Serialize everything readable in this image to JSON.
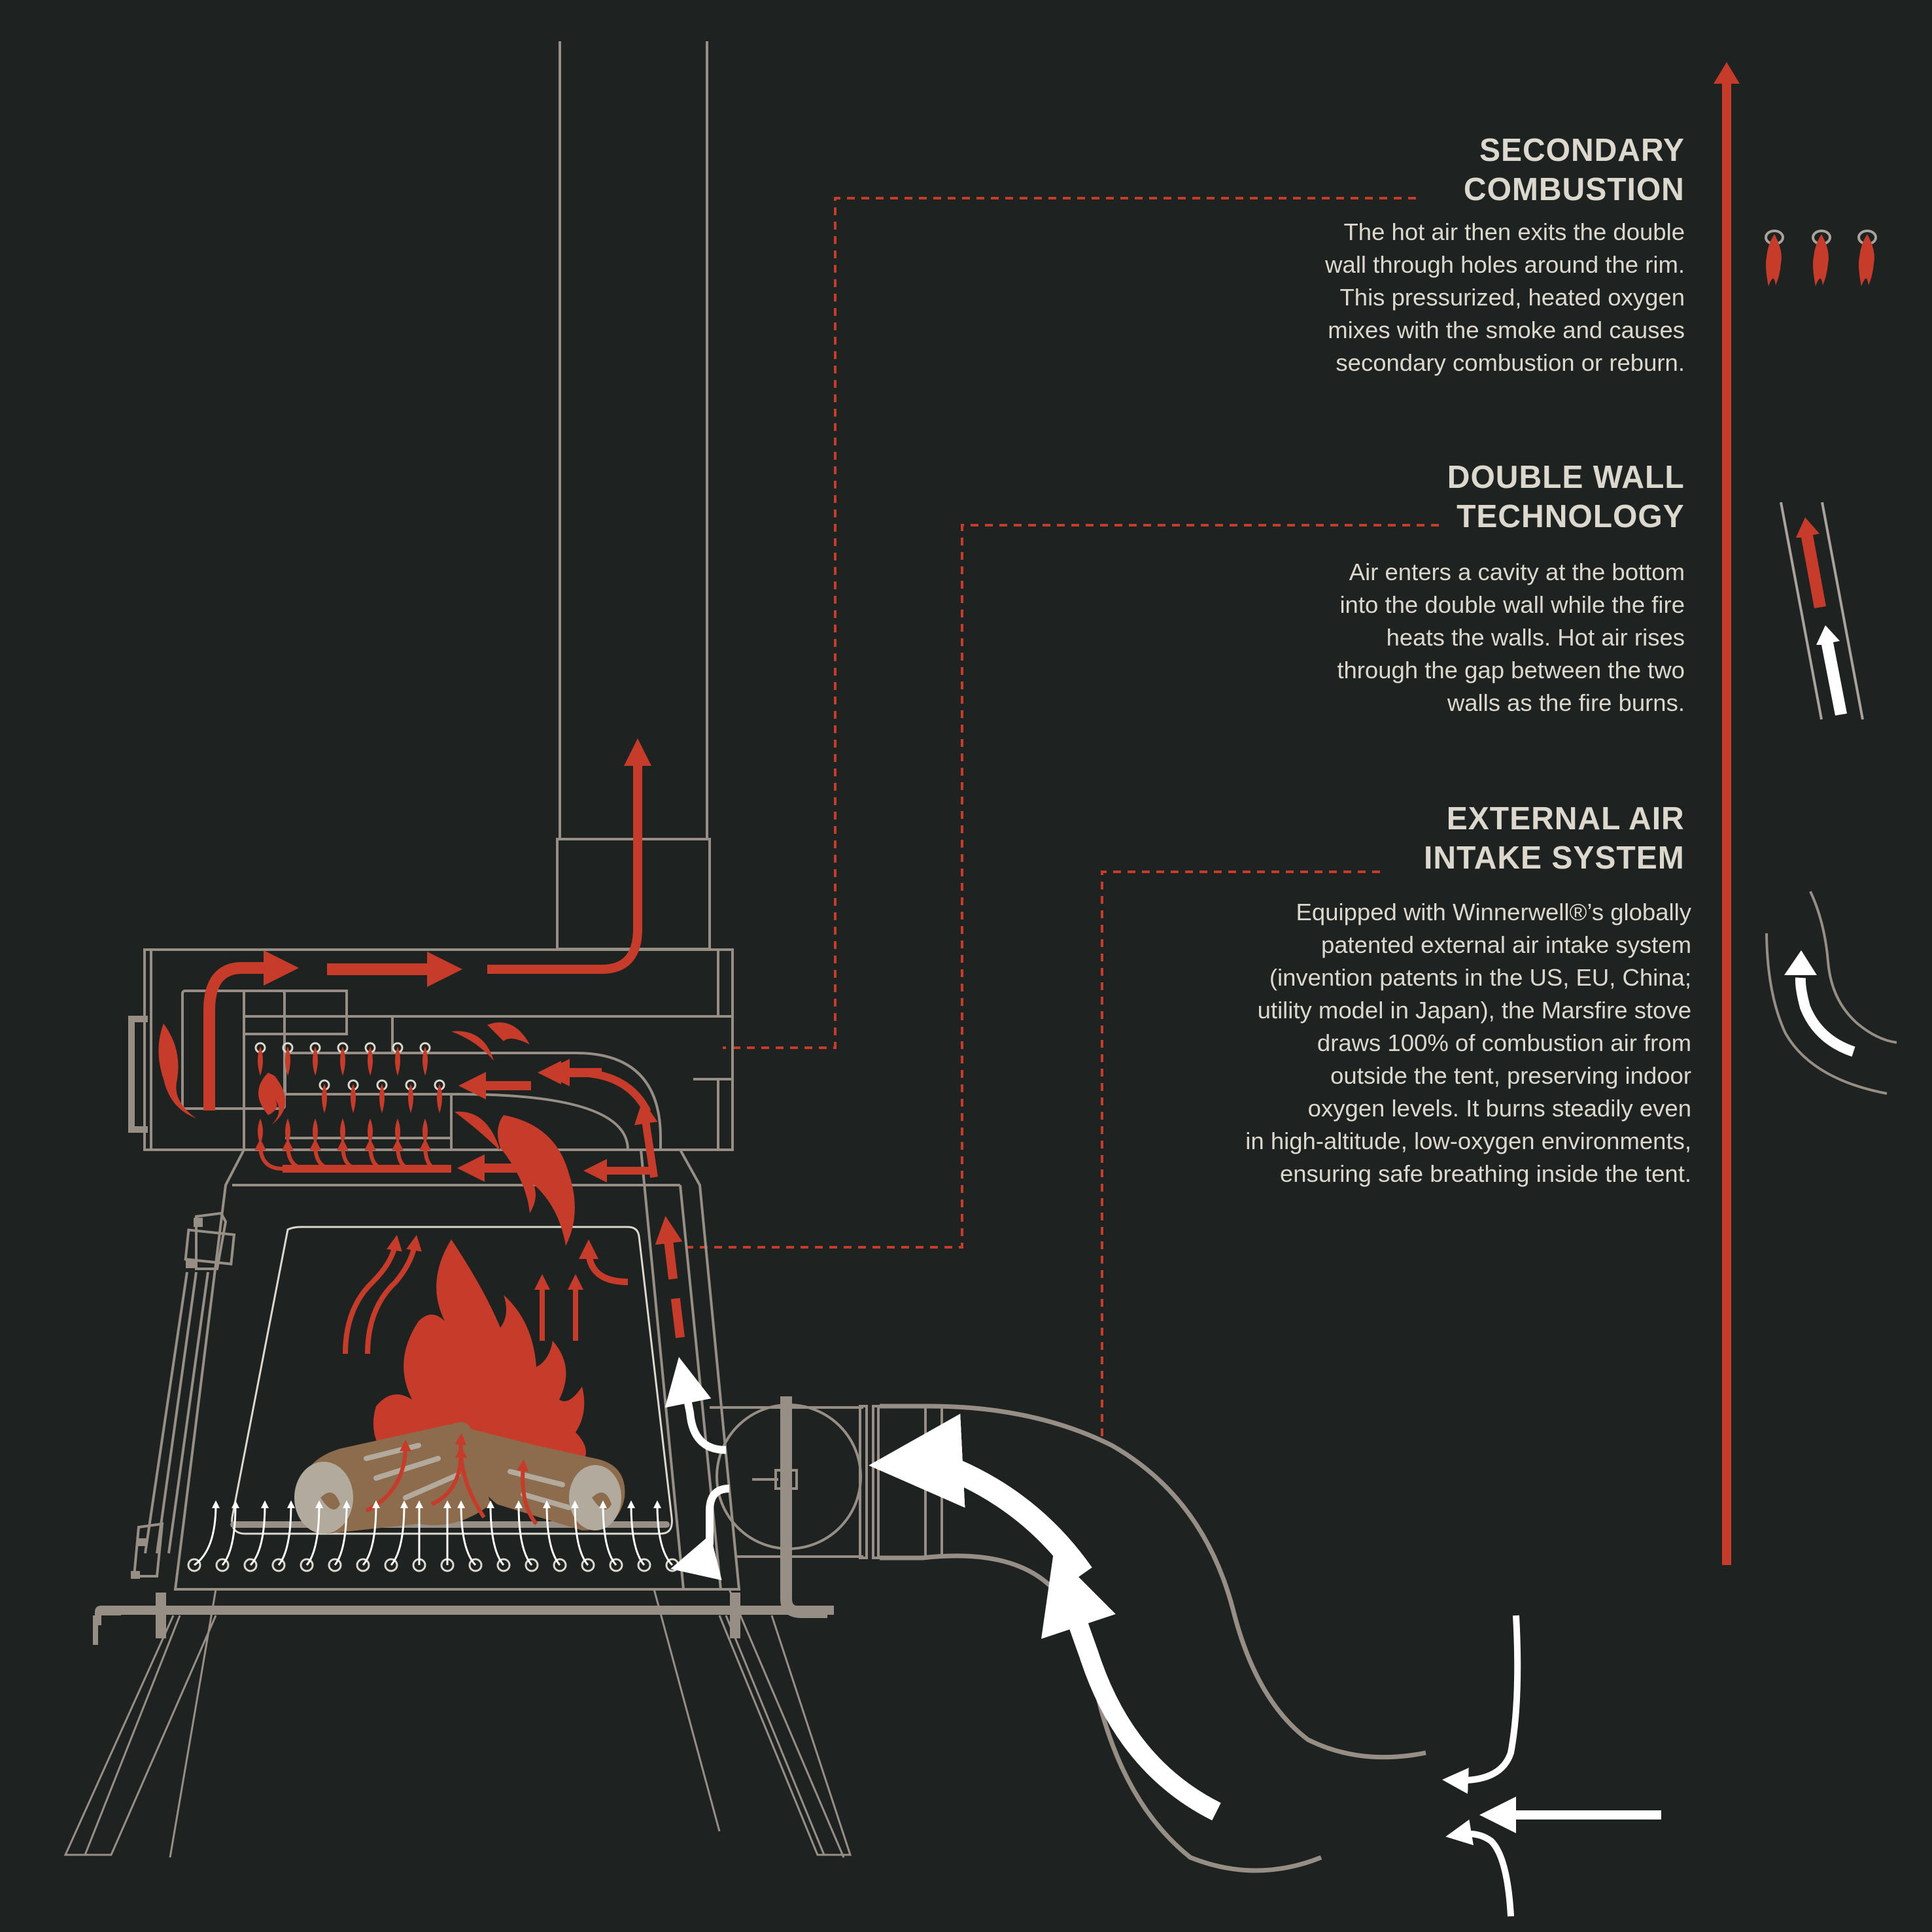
{
  "colors": {
    "background": "#1e2221",
    "text": "#dcd8cd",
    "accent_red": "#c63b2a",
    "outline_gray": "#978f86",
    "arrow_white": "#ffffff",
    "log_brown": "#8d6c4e",
    "log_light": "#b3aa9e"
  },
  "sections": [
    {
      "id": "secondary-combustion",
      "title": "SECONDARY\nCOMBUSTION",
      "body_lines": [
        "The hot air then exits the double ",
        "wall through holes around the rim.",
        "This pressurized, heated oxygen",
        "mixes with the smoke and causes",
        "secondary combustion or reburn."
      ],
      "icon": "flame-holes-icon"
    },
    {
      "id": "double-wall-technology",
      "title": "DOUBLE WALL\nTECHNOLOGY",
      "body_lines": [
        "Air enters a cavity at the bottom",
        "into the double wall while the fire",
        "heats the walls. Hot air rises",
        "through the gap between the two",
        "walls as the fire burns."
      ],
      "icon": "double-wall-arrows-icon"
    },
    {
      "id": "external-air-intake",
      "title": "EXTERNAL AIR\nINTAKE SYSTEM",
      "body_lines": [
        "Equipped with Winnerwell®’s globally",
        "patented external air intake system",
        "(invention patents in the US, EU, China;",
        "utility model in Japan), the Marsfire stove",
        "draws 100% of combustion air from",
        "outside the tent, preserving indoor",
        "oxygen levels. It burns steadily even",
        "in high-altitude, low-oxygen environments,",
        "ensuring safe breathing inside the tent."
      ],
      "icon": "curved-intake-arrow-icon"
    }
  ],
  "diagram": {
    "subject": "wood stove cross-section",
    "rail_arrow": "vertical-red-progress-arrow",
    "grate_air_holes": 18,
    "upper_holes_row1": 7,
    "upper_holes_row2": 5
  }
}
